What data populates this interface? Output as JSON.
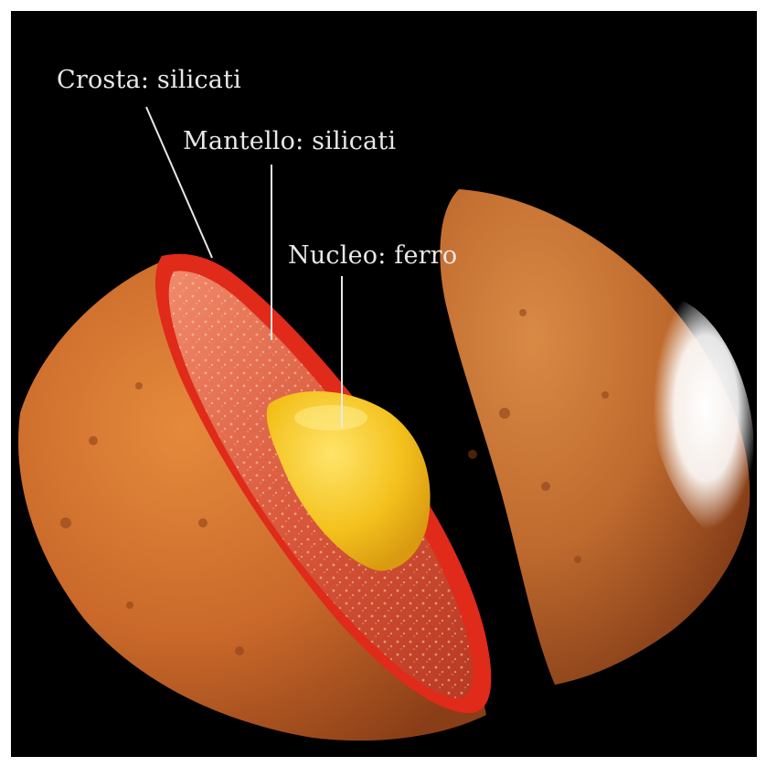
{
  "labels": {
    "crust": "Crosta: silicati",
    "mantle": "Mantello: silicati",
    "core": "Nucleo: ferro"
  },
  "colors": {
    "background": "#000000",
    "surface": "#c96a22",
    "crust_band": "#e02a1a",
    "mantle": "#d9573a",
    "core": "#f4c21e",
    "polar_cap": "#ffffff",
    "leader_lines": "#e8e8e8"
  }
}
